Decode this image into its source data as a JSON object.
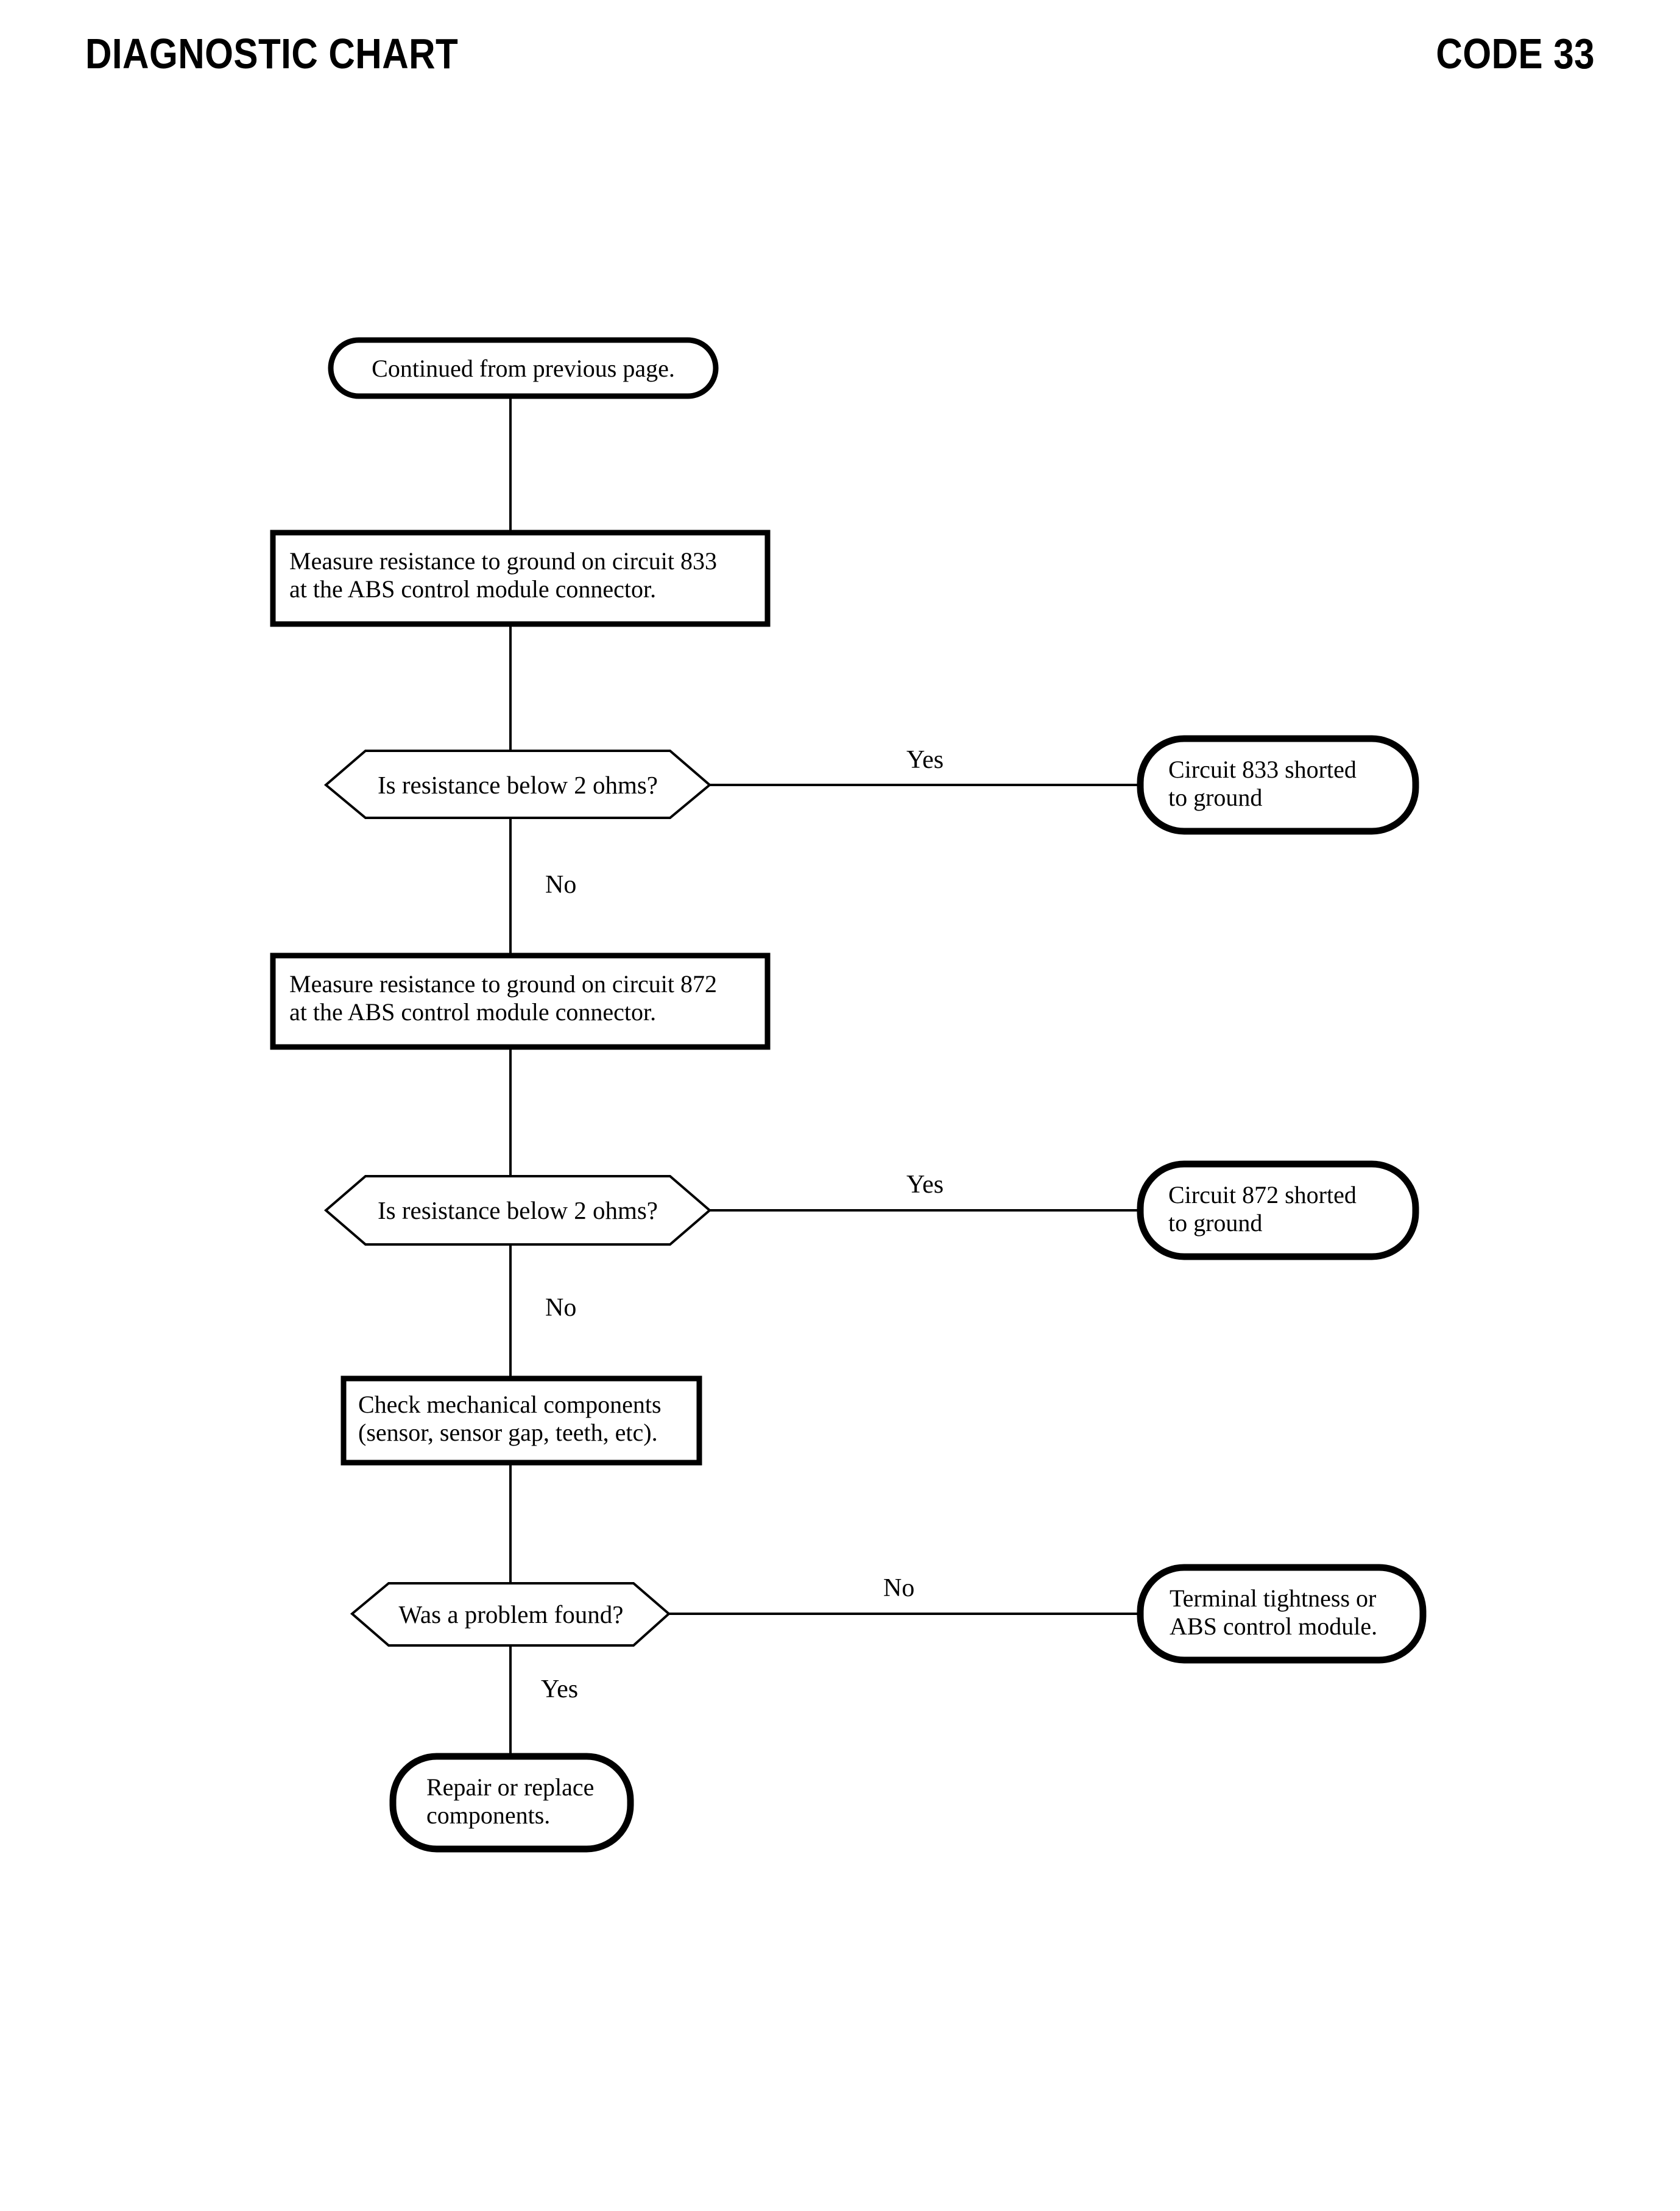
{
  "header": {
    "title": "DIAGNOSTIC CHART",
    "code": "CODE 33"
  },
  "chart_data": {
    "type": "diagram",
    "diagram_kind": "flowchart",
    "title": "DIAGNOSTIC CHART",
    "code": "CODE 33",
    "nodes": [
      {
        "id": "n1",
        "shape": "terminal",
        "text": "Continued from previous page."
      },
      {
        "id": "n2",
        "shape": "process",
        "text": "Measure resistance to ground on circuit 833\nat the ABS control module connector."
      },
      {
        "id": "n3",
        "shape": "decision",
        "text": "Is resistance below 2 ohms?"
      },
      {
        "id": "n4",
        "shape": "terminal",
        "text": "Circuit 833 shorted\nto ground"
      },
      {
        "id": "n5",
        "shape": "process",
        "text": "Measure resistance to ground on circuit 872\nat the ABS control module connector."
      },
      {
        "id": "n6",
        "shape": "decision",
        "text": "Is resistance below 2 ohms?"
      },
      {
        "id": "n7",
        "shape": "terminal",
        "text": "Circuit 872 shorted\nto ground"
      },
      {
        "id": "n8",
        "shape": "process",
        "text": "Check mechanical components\n(sensor, sensor gap, teeth, etc)."
      },
      {
        "id": "n9",
        "shape": "decision",
        "text": "Was a problem found?"
      },
      {
        "id": "n10",
        "shape": "terminal",
        "text": "Terminal tightness or\nABS control module."
      },
      {
        "id": "n11",
        "shape": "terminal",
        "text": "Repair or replace\ncomponents."
      }
    ],
    "edges": [
      {
        "from": "n1",
        "to": "n2",
        "label": ""
      },
      {
        "from": "n2",
        "to": "n3",
        "label": ""
      },
      {
        "from": "n3",
        "to": "n4",
        "label": "Yes"
      },
      {
        "from": "n3",
        "to": "n5",
        "label": "No"
      },
      {
        "from": "n5",
        "to": "n6",
        "label": ""
      },
      {
        "from": "n6",
        "to": "n7",
        "label": "Yes"
      },
      {
        "from": "n6",
        "to": "n8",
        "label": "No"
      },
      {
        "from": "n8",
        "to": "n9",
        "label": ""
      },
      {
        "from": "n9",
        "to": "n10",
        "label": "No"
      },
      {
        "from": "n9",
        "to": "n11",
        "label": "Yes"
      }
    ],
    "edge_labels": {
      "yes1": "Yes",
      "no1": "No",
      "yes2": "Yes",
      "no2": "No",
      "no3": "No",
      "yes3": "Yes"
    },
    "colors": {
      "ink": "#000000",
      "paper": "#ffffff"
    }
  }
}
